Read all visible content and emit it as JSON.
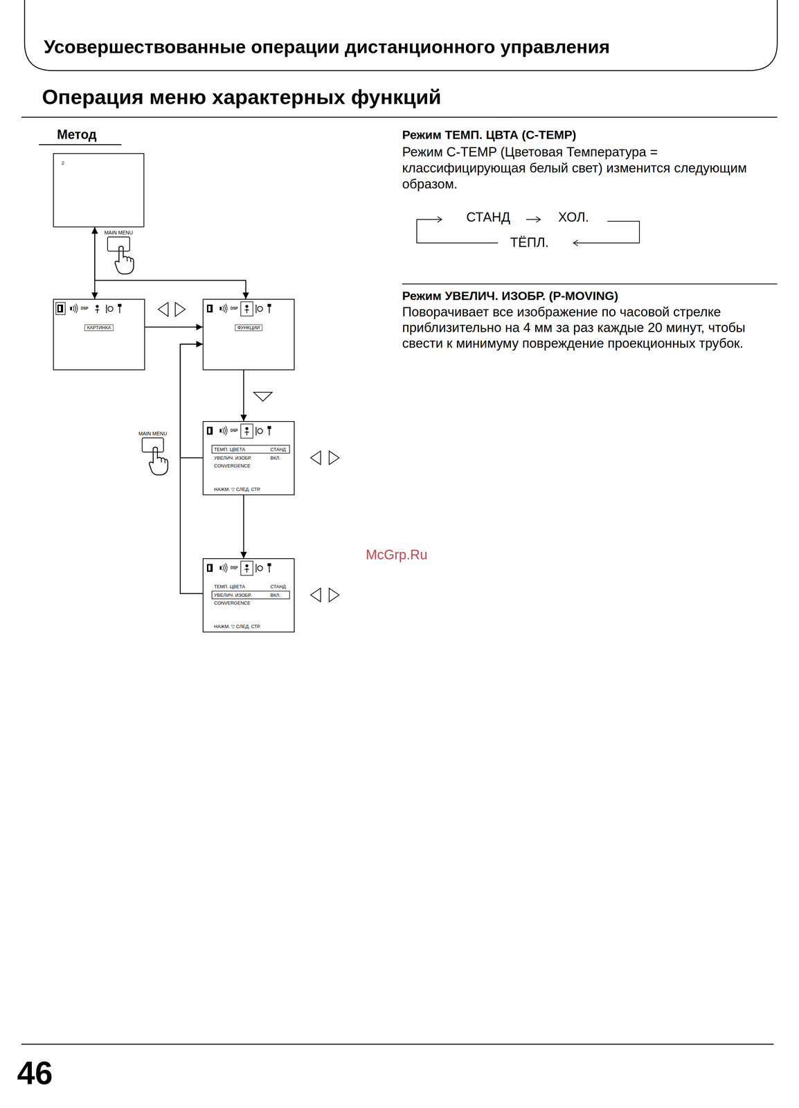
{
  "diagram": {
    "title": "Операция меню характерных функций",
    "nodes": [
      {
        "text": [
          "2"
        ]
      },
      {
        "text": [
          "MAIN MENU"
        ]
      },
      {
        "text": [
          "КАРТИНКА"
        ]
      },
      {
        "text": [
          "ФУНКЦИИ"
        ]
      },
      {
        "text": [
          "MAIN MENU"
        ]
      },
      {
        "text": [
          "ТЕМП. ЦВЕТА",
          "СТАНД",
          "УВЕЛИЧ. ИЗОБР.",
          "ВКЛ.",
          "CONVERGENCE",
          "НАЖМ. ▽ СЛЕД. СТР."
        ]
      },
      {
        "text": [
          "ТЕМП. ЦВЕТА",
          "СТАНД",
          "УВЕЛИЧ. ИЗОБР.",
          "ВКЛ.",
          "CONVERGENCE",
          "НАЖМ. ▽ СЛЕД. СТР."
        ]
      }
    ],
    "edges": [
      {
        "from": 0,
        "to": 2,
        "arrow": "both"
      },
      {
        "from": 0,
        "to": 3,
        "arrow": "both"
      },
      {
        "from": 2,
        "to": 3,
        "arrow": "to"
      },
      {
        "from": 3,
        "to": 5,
        "arrow": "to"
      },
      {
        "from": 5,
        "to": 6,
        "arrow": "to"
      },
      {
        "from": 5,
        "to": 3,
        "arrow": "to"
      },
      {
        "from": 6,
        "to": 3,
        "arrow": "to"
      }
    ],
    "labels": [
      "Усовершествованные операции дистанционного управления",
      "Метод",
      "Режим ТЕМП. ЦВТА (C-TEMP)",
      "Режим C-TEMP (Цветовая Температура = классифицирующая белый свет) изменится следующим образом.",
      "СТАНД",
      "ХОЛ.",
      "ТЁПЛ.",
      "Режим УВЕЛИЧ. ИЗОБР. (P-MOVING)",
      "Поворачивает все изображение по часовой стрелке приблизительно на 4 мм за раз каждые 20 минут, чтобы свести к минимуму повреждение проекционных трубок.",
      "McGrp.Ru",
      "46",
      "DSP",
      "DSP",
      "DSP",
      "DSP"
    ]
  }
}
